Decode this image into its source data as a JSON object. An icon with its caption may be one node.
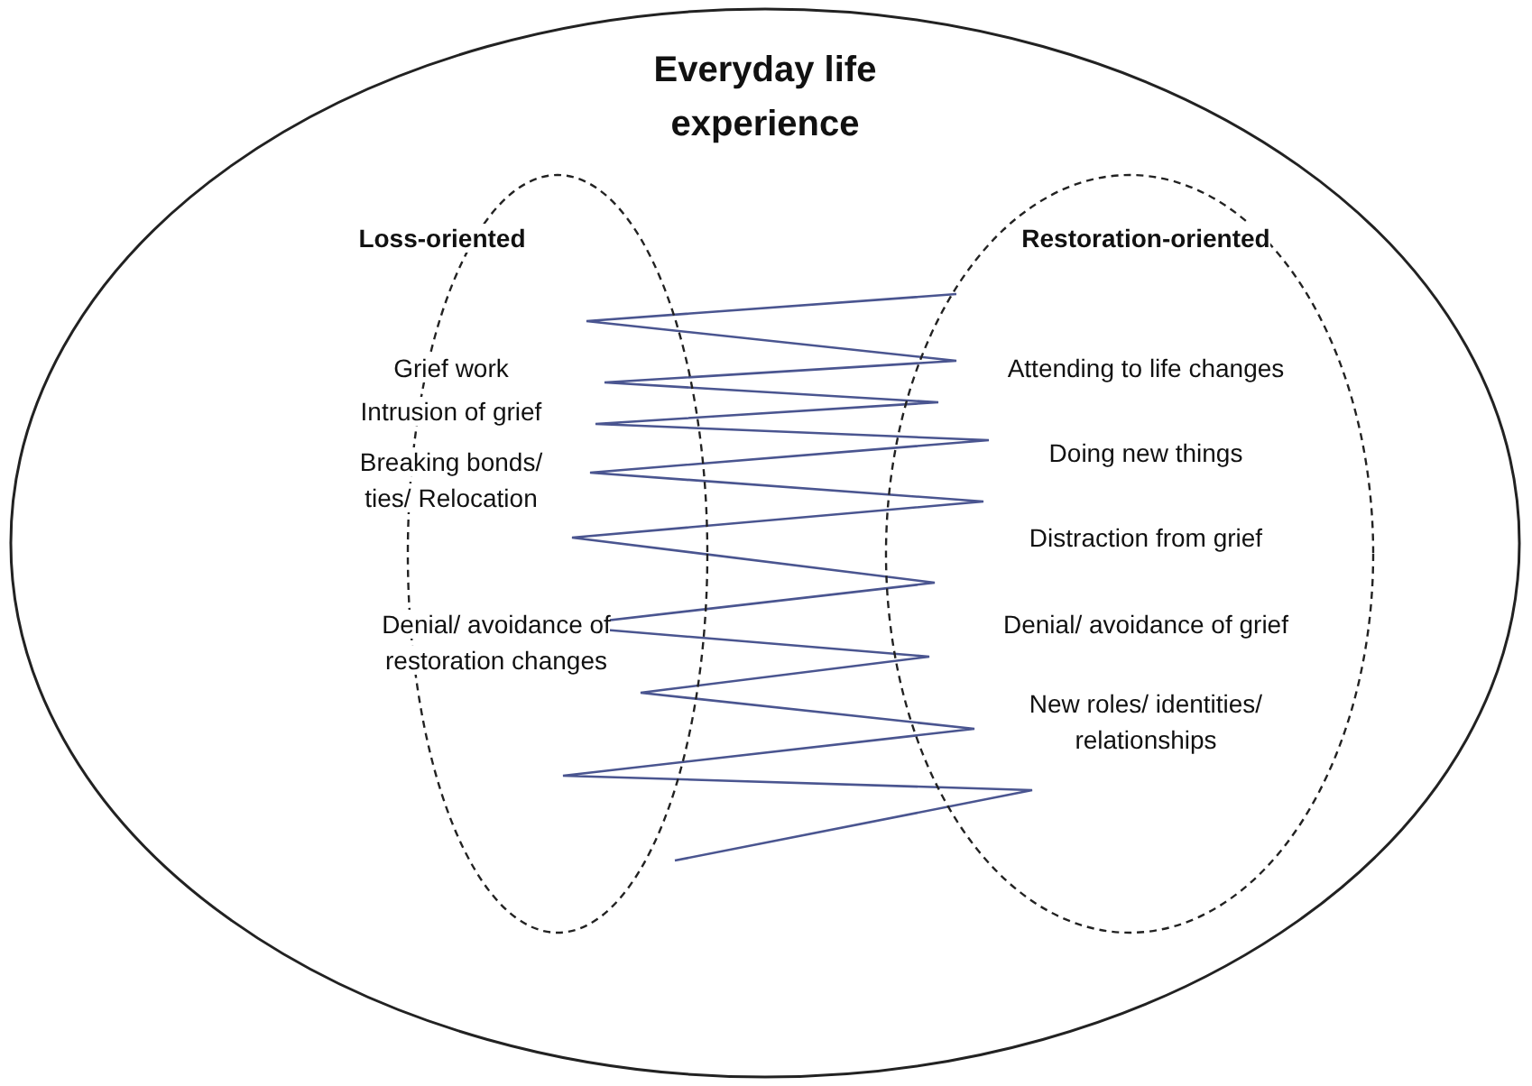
{
  "diagram": {
    "nodes": [
      {
        "text": [
          "Everyday life experience"
        ]
      },
      {
        "text": [
          "Loss-oriented",
          "Grief work",
          "Intrusion of grief",
          "Breaking bonds/ ties/ Relocation",
          "Denial/ avoidance of restoration changes"
        ],
        "in": 0
      },
      {
        "text": [
          "Restoration-oriented",
          "Attending to life changes",
          "Doing new things",
          "Distraction from grief",
          "Denial/ avoidance of grief",
          "New roles/ identities/ relationships"
        ],
        "in": 0
      }
    ],
    "edges": []
  }
}
